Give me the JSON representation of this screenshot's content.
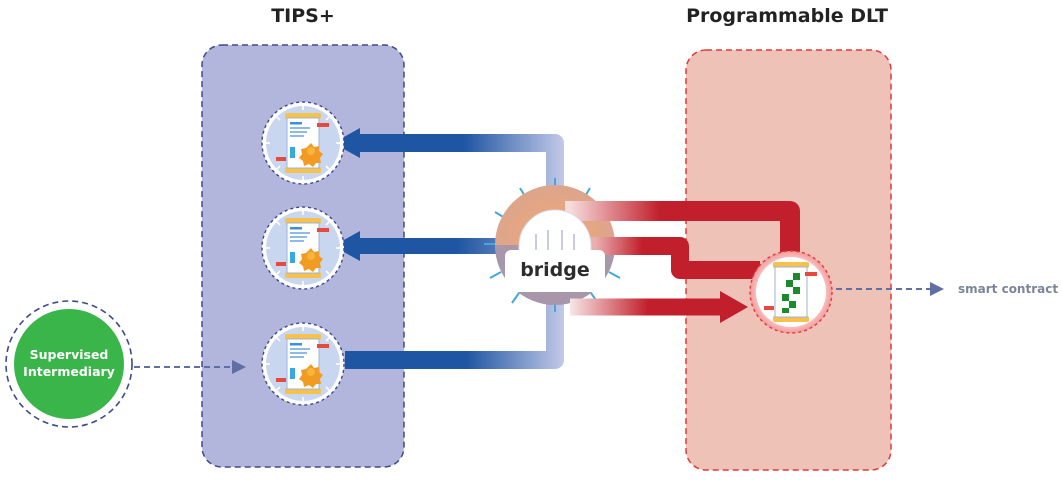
{
  "zones": {
    "tips": {
      "title": "TIPS+"
    },
    "dlt": {
      "title": "Programmable DLT"
    }
  },
  "bridge": {
    "label": "bridge"
  },
  "supervised_intermediary": {
    "line1": "Supervised",
    "line2": "Intermediary"
  },
  "smart_contract": {
    "label": "smart contract"
  },
  "icons": {
    "tips_nodes": [
      "document-badge-icon",
      "document-badge-icon",
      "document-badge-icon"
    ],
    "dlt_node": "qr-document-icon",
    "bridge": "bank-building-icon"
  },
  "colors": {
    "tips_zone_fill": "#b3b6dc",
    "tips_zone_border": "#3d4a8c",
    "dlt_zone_fill": "#efc2b8",
    "dlt_zone_border": "#e03a3a",
    "blue_flow": "#1f56a3",
    "red_flow": "#c11f2b",
    "intermediary_fill": "#3ab54a",
    "dashed_connector": "#5f6ea3"
  }
}
